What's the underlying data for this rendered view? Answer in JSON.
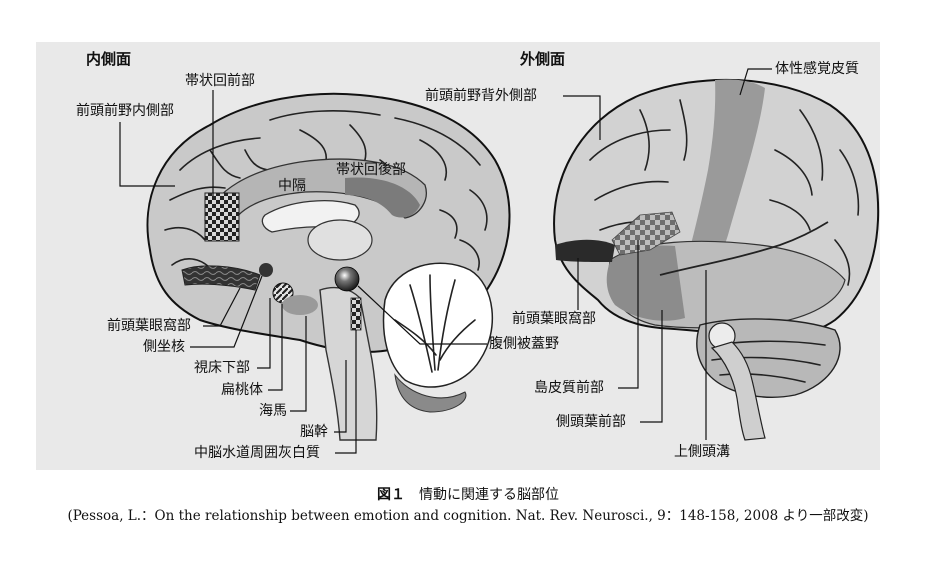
{
  "panels": {
    "medial": "内側面",
    "lateral": "外側面"
  },
  "labels_medial": {
    "anterior_cingulate": "帯状回前部",
    "medial_prefrontal": "前頭前野内側部",
    "septum": "中隔",
    "posterior_cingulate": "帯状回後部",
    "orbitofrontal": "前頭葉眼窩部",
    "nucleus_accumbens": "側坐核",
    "hypothalamus": "視床下部",
    "amygdala": "扁桃体",
    "hippocampus": "海馬",
    "brainstem": "脳幹",
    "periaqueductal_gray": "中脳水道周囲灰白質",
    "ventral_tegmental": "腹側被蓋野"
  },
  "labels_lateral": {
    "dorsolateral_prefrontal": "前頭前野背外側部",
    "somatosensory": "体性感覚皮質",
    "orbitofrontal": "前頭葉眼窩部",
    "anterior_insula": "島皮質前部",
    "anterior_temporal": "側頭葉前部",
    "superior_temporal_sulcus": "上側頭溝"
  },
  "caption": {
    "figure_number": "図１",
    "title": "情動に関連する脳部位",
    "source": "(Pessoa, L.：On the relationship between emotion and cognition. Nat. Rev. Neurosci., 9：148-158, 2008 より一部改変)"
  }
}
